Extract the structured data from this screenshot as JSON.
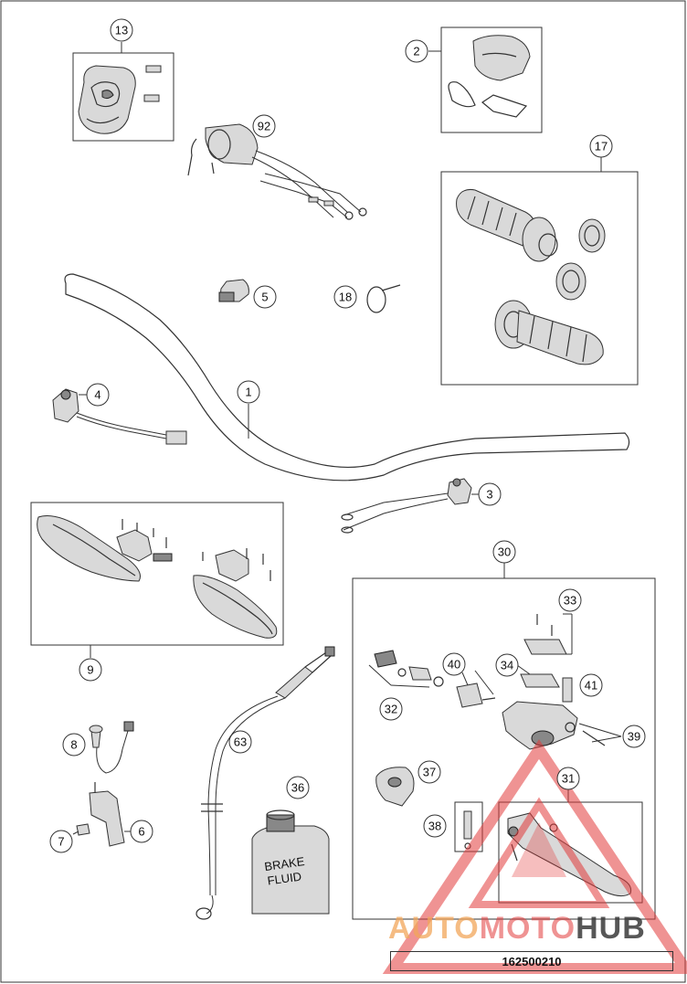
{
  "callouts": [
    {
      "id": "c1",
      "label": "1"
    },
    {
      "id": "c2",
      "label": "2"
    },
    {
      "id": "c3",
      "label": "3"
    },
    {
      "id": "c4",
      "label": "4"
    },
    {
      "id": "c5",
      "label": "5"
    },
    {
      "id": "c6",
      "label": "6"
    },
    {
      "id": "c7",
      "label": "7"
    },
    {
      "id": "c8",
      "label": "8"
    },
    {
      "id": "c9",
      "label": "9"
    },
    {
      "id": "c13",
      "label": "13"
    },
    {
      "id": "c17",
      "label": "17"
    },
    {
      "id": "c18",
      "label": "18"
    },
    {
      "id": "c30",
      "label": "30"
    },
    {
      "id": "c31",
      "label": "31"
    },
    {
      "id": "c32",
      "label": "32"
    },
    {
      "id": "c33",
      "label": "33"
    },
    {
      "id": "c34",
      "label": "34"
    },
    {
      "id": "c36",
      "label": "36"
    },
    {
      "id": "c37",
      "label": "37"
    },
    {
      "id": "c38",
      "label": "38"
    },
    {
      "id": "c39",
      "label": "39"
    },
    {
      "id": "c40",
      "label": "40"
    },
    {
      "id": "c41",
      "label": "41"
    },
    {
      "id": "c63",
      "label": "63"
    },
    {
      "id": "c92",
      "label": "92"
    }
  ],
  "brake_fluid_label": [
    "BRAKE",
    "FLUID"
  ],
  "drawing_number": "162500210",
  "watermark": {
    "part_a": "AUTO",
    "part_b": "MOTO",
    "part_c": "HUB"
  },
  "colors": {
    "line": "#333333",
    "watermark_red": "#e23b3b",
    "watermark_orange": "#f2a65a"
  }
}
